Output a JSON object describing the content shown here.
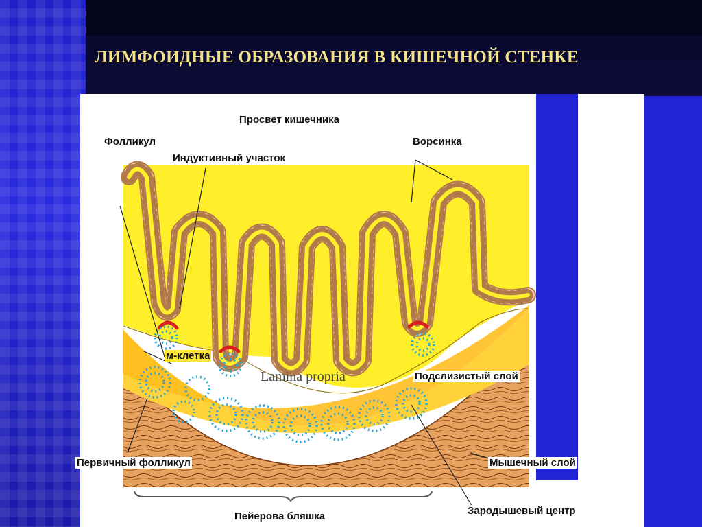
{
  "title": "ЛИМФОИДНЫЕ ОБРАЗОВАНИЯ В КИШЕЧНОЙ СТЕНКЕ",
  "labels": {
    "lumen": "Просвет кишечника",
    "follicle": "Фолликул",
    "inductive_site": "Индуктивный участок",
    "villus": "Ворсинка",
    "m_cell": "м-клетка",
    "lamina_propria": "Lamina propria",
    "submucosa": "Подслизистый слой",
    "primary_follicle": "Первичный фолликул",
    "muscle_layer": "Мышечный слой",
    "peyers_patch": "Пейерова бляшка",
    "germinal_center": "Зародышевый центр"
  },
  "colors": {
    "title": "#f2e28a",
    "lamina_propria": "#ffee2a",
    "submucosa": "#ffc61e",
    "muscle": "#e4a05c",
    "epithelium": "#f4c7a2",
    "lymphocyte": "#2aa6d4",
    "m_cell": "#d81e1e",
    "slide_blue": "#2323d6"
  }
}
